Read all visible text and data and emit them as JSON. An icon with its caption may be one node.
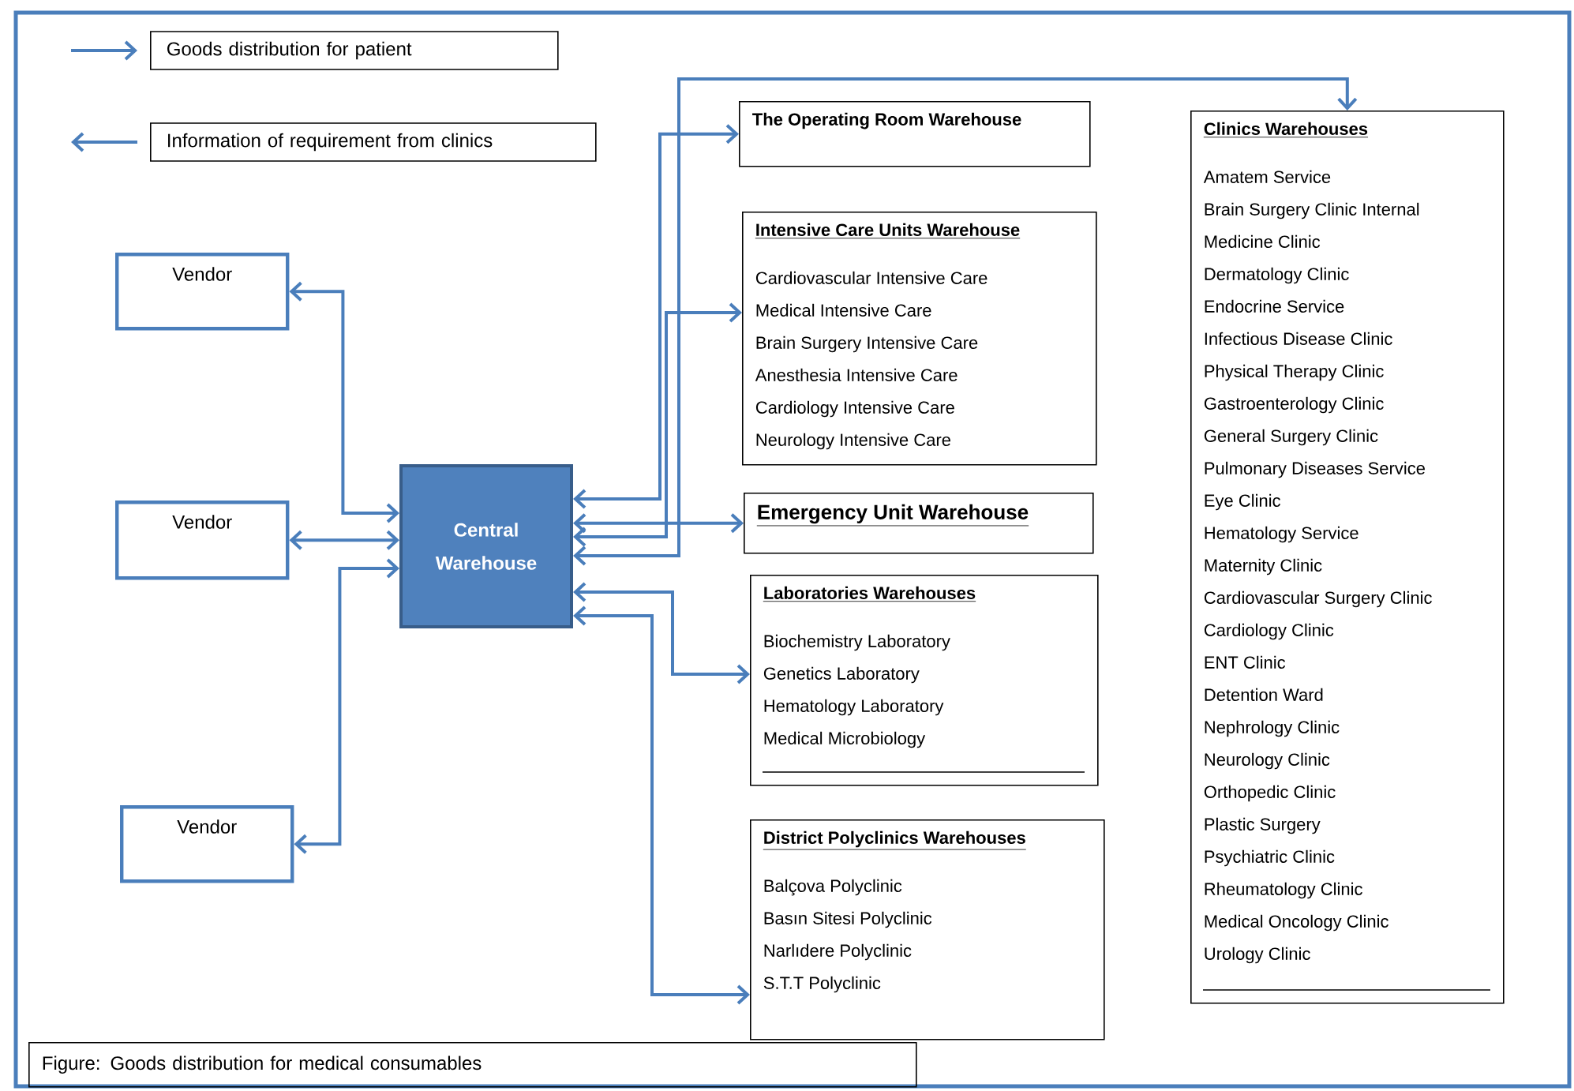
{
  "diagram": {
    "caption": "Figure: Goods distribution for medical consumables",
    "nodes": [
      {
        "text": [
          "Vendor"
        ]
      },
      {
        "text": [
          "Vendor"
        ]
      },
      {
        "text": [
          "Vendor"
        ]
      },
      {
        "text": [
          "Central Warehouse"
        ]
      },
      {
        "text": [
          "The Operating Room Warehouse"
        ]
      },
      {
        "text": [
          "Intensive Care Units Warehouse",
          "Cardiovascular Intensive Care",
          "Medical Intensive Care",
          "Brain Surgery Intensive Care",
          "Anesthesia Intensive Care",
          "Cardiology Intensive Care",
          "Neurology Intensive Care"
        ]
      },
      {
        "text": [
          "Emergency Unit Warehouse"
        ]
      },
      {
        "text": [
          "Laboratories Warehouses",
          "Biochemistry Laboratory",
          "Genetics Laboratory",
          "Hematology Laboratory",
          "Medical Microbiology"
        ]
      },
      {
        "text": [
          "District Polyclinics Warehouses",
          "Balçova Polyclinic",
          "Basın Sitesi Polyclinic",
          "Narlıdere Polyclinic",
          "S.T.T Polyclinic"
        ]
      },
      {
        "text": [
          "Clinics Warehouses",
          "Amatem Service",
          "Brain Surgery Clinic Internal",
          "Medicine Clinic",
          "Dermatology Clinic",
          "Endocrine Service",
          "Infectious Disease Clinic",
          "Physical Therapy Clinic",
          "Gastroenterology Clinic",
          "General Surgery Clinic",
          "Pulmonary Diseases Service",
          "Eye Clinic",
          "Hematology Service",
          "Maternity Clinic",
          "Cardiovascular Surgery Clinic",
          "Cardiology Clinic",
          "ENT Clinic",
          "Detention Ward",
          "Nephrology Clinic",
          "Neurology Clinic",
          "Orthopedic Clinic",
          "Plastic Surgery",
          "Psychiatric Clinic",
          "Rheumatology Clinic",
          "Medical Oncology Clinic",
          "Urology Clinic"
        ]
      }
    ],
    "edges": [
      {
        "from": 0,
        "to": 3,
        "arrow": "both"
      },
      {
        "from": 1,
        "to": 3,
        "arrow": "both"
      },
      {
        "from": 2,
        "to": 3,
        "arrow": "both"
      },
      {
        "from": 3,
        "to": 4,
        "arrow": "both"
      },
      {
        "from": 3,
        "to": 5,
        "arrow": "both"
      },
      {
        "from": 3,
        "to": 6,
        "arrow": "both"
      },
      {
        "from": 3,
        "to": 7,
        "arrow": "both"
      },
      {
        "from": 3,
        "to": 8,
        "arrow": "both"
      },
      {
        "from": 3,
        "to": 9,
        "arrow": "both"
      }
    ],
    "legend": [
      {
        "text": "Goods distribution for patient"
      },
      {
        "text": "Information of requirement from clinics"
      }
    ]
  }
}
